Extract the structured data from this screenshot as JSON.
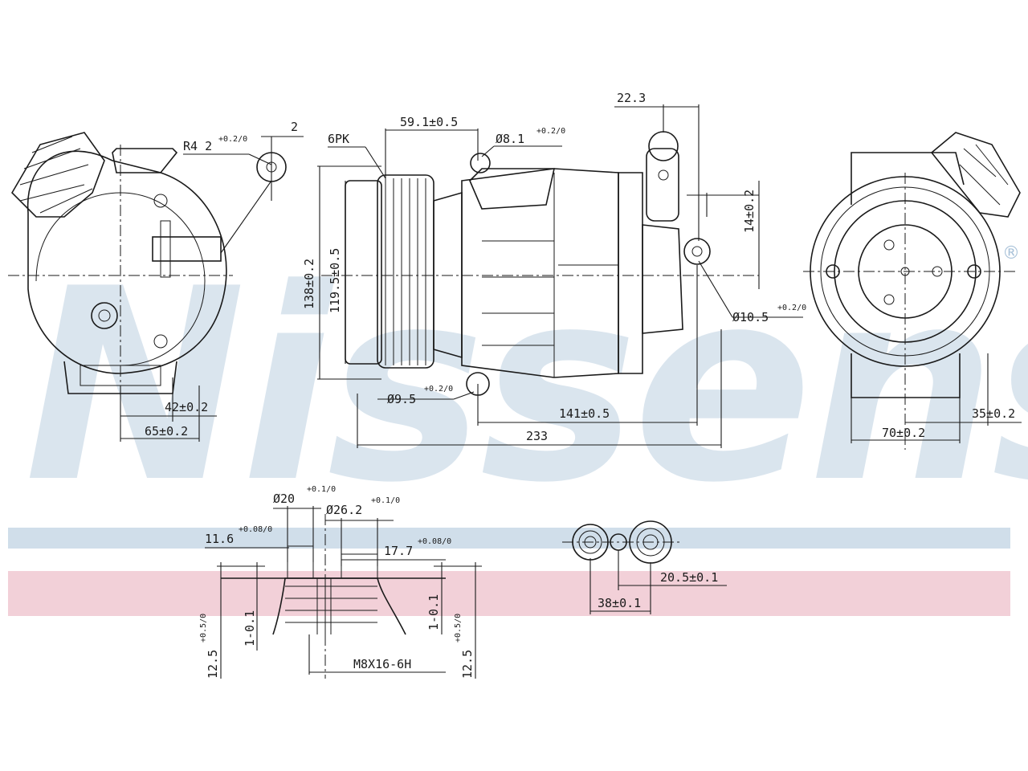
{
  "watermark": {
    "brand": "Nissens",
    "reg_mark": "®",
    "band_colors": [
      "#a9c2d9",
      "#e8aab8"
    ]
  },
  "left_view": {
    "radius": "R4 2",
    "radius_tol": "+0.2/0",
    "thread_pitch": "2",
    "dim_42": "42±0.2",
    "dim_65": "65±0.2"
  },
  "side_view": {
    "belt": "6PK",
    "dim_59": "59.1±0.5",
    "hole_top": "Ø8.1",
    "hole_top_tol": "+0.2/0",
    "dim_22": "22.3",
    "dim_138": "138±0.2",
    "dim_119": "119.5±0.5",
    "dim_14": "14±0.2",
    "hole_right": "Ø10.5",
    "hole_right_tol": "+0.2/0",
    "hole_bottom": "Ø9.5",
    "hole_bottom_tol": "+0.2/0",
    "dim_141": "141±0.5",
    "dim_233": "233"
  },
  "front_view": {
    "dim_35": "35±0.2",
    "dim_70": "70±0.2"
  },
  "port_section": {
    "dia_20": "Ø20",
    "dia_20_tol": "+0.1/0",
    "dia_26": "Ø26.2",
    "dia_26_tol": "+0.1/0",
    "dim_11": "11.6",
    "dim_11_tol": "+0.08/0",
    "dim_17": "17.7",
    "dim_17_tol": "+0.08/0",
    "dim_12_left": "12.5",
    "dim_12_left_tol": "+0.5/0",
    "dim_1_left": "1-0.1",
    "dim_1_right": "1-0.1",
    "dim_12_right": "12.5",
    "dim_12_right_tol": "+0.5/0",
    "thread": "M8X16-6H"
  },
  "port_top_view": {
    "dim_20": "20.5±0.1",
    "dim_38": "38±0.1"
  }
}
